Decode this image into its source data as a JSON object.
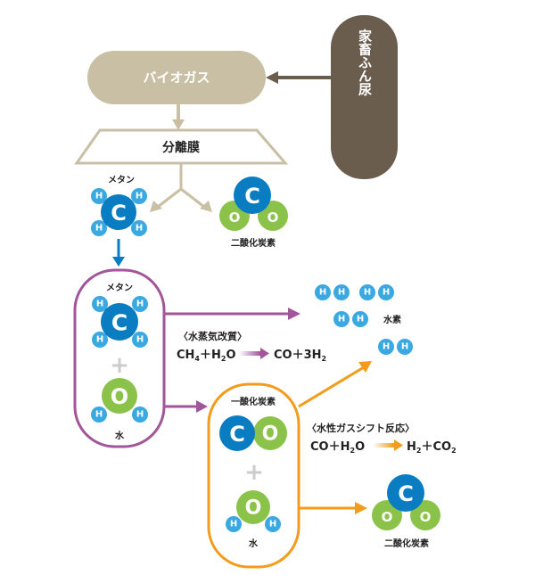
{
  "colors": {
    "tan": "#c9bfa4",
    "dark_brown": "#6b5d4e",
    "carbon_blue": "#0a7cc1",
    "hydrogen_blue": "#3aa9e1",
    "oxygen_green": "#8bc34a",
    "purple": "#a2559a",
    "orange": "#f39c1b",
    "white": "#ffffff",
    "black": "#222222"
  },
  "labels": {
    "livestock_manure": "家畜ふん尿",
    "biogas": "バイオガス",
    "membrane": "分離膜",
    "methane_top": "メタン",
    "co2_top": "二酸化炭素",
    "methane_box": "メタン",
    "water_box": "水",
    "steam_reforming": "〈水蒸気改質〉",
    "co_box": "一酸化炭素",
    "water_box2": "水",
    "hydrogen": "水素",
    "water_gas_shift": "〈水性ガスシフト反応〉",
    "co2_bottom": "二酸化炭素"
  },
  "equations": {
    "reforming": {
      "left_a": "CH",
      "left_a_sub": "4",
      "plus": "＋",
      "left_b": "H",
      "left_b_sub": "2",
      "left_b_tail": "O",
      "right": "CO＋3H",
      "right_sub": "2"
    },
    "shift": {
      "left": "CO＋H",
      "left_sub": "2",
      "left_tail": "O",
      "right_a": "H",
      "right_a_sub": "2",
      "plus": "＋",
      "right_b": "CO",
      "right_b_sub": "2"
    }
  },
  "atoms": {
    "C": "C",
    "H": "H",
    "O": "O"
  },
  "plus_sign": "+"
}
